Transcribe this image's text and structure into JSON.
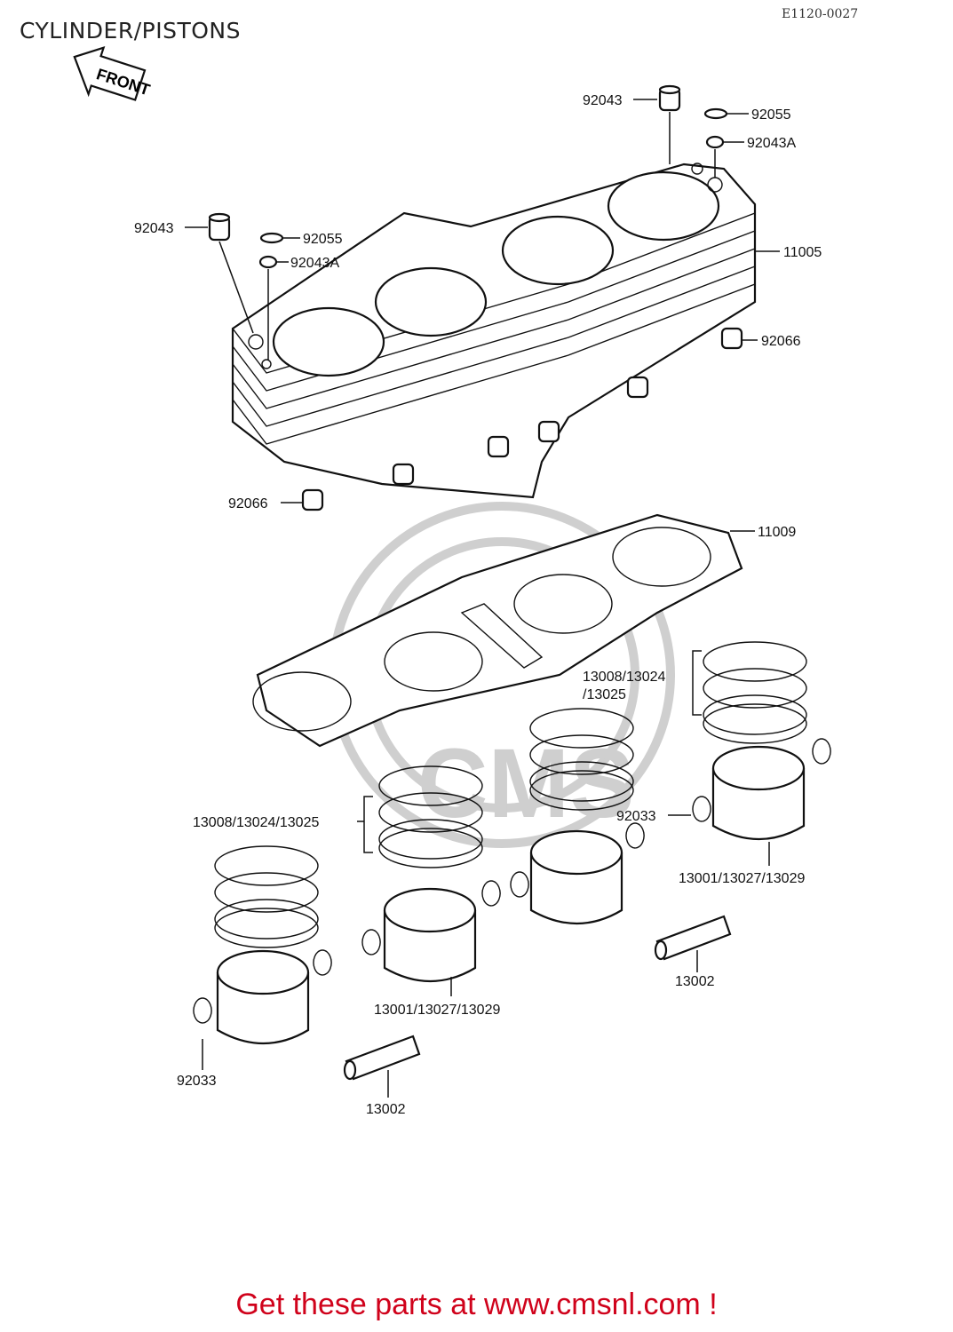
{
  "page": {
    "title": "CYLINDER/PISTONS",
    "ref_code": "E1120-0027",
    "footer": "Get these parts at www.cmsnl.com !"
  },
  "front_badge": {
    "text": "FRONT"
  },
  "watermark": {
    "text": "CMS"
  },
  "callouts": {
    "c_92043_top": "92043",
    "c_92055_top": "92055",
    "c_92043a_top": "92043A",
    "c_92043_left": "92043",
    "c_92055_left": "92055",
    "c_92043a_left": "92043A",
    "c_11005": "11005",
    "c_92066_right": "92066",
    "c_92066_left": "92066",
    "c_11009": "11009",
    "c_rings_right": "13008/13024",
    "c_rings_right_2": "/13025",
    "c_rings_left": "13008/13024/13025",
    "c_92033_right": "92033",
    "c_pistons_right": "13001/13027/13029",
    "c_pistons_mid": "13001/13027/13029",
    "c_13002_right": "13002",
    "c_13002_left": "13002",
    "c_92033_left": "92033"
  }
}
